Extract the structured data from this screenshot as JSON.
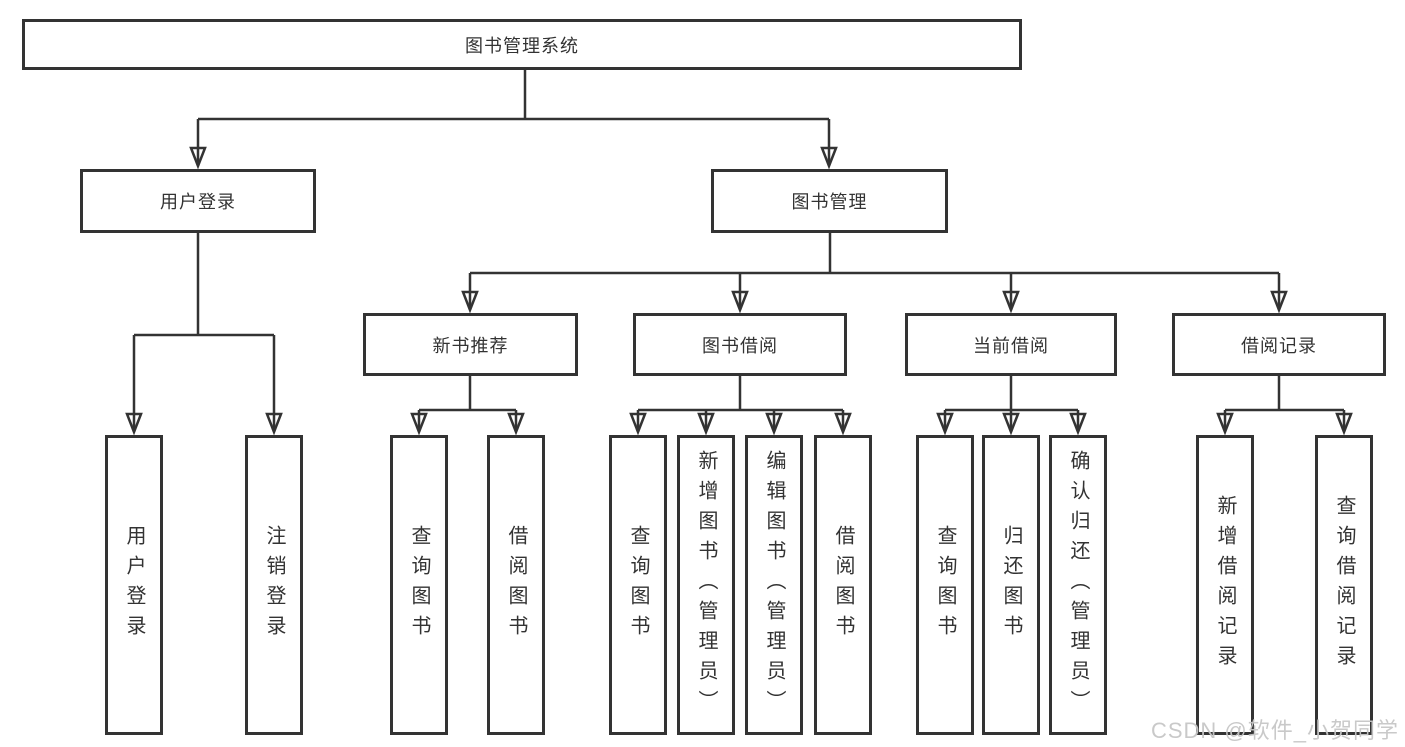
{
  "tree": {
    "root": {
      "label": "图书管理系统"
    },
    "branches": [
      {
        "label": "用户登录",
        "children": [
          {
            "label": "用户登录"
          },
          {
            "label": "注销登录"
          }
        ]
      },
      {
        "label": "图书管理",
        "sections": [
          {
            "label": "新书推荐",
            "children": [
              {
                "label": "查询图书"
              },
              {
                "label": "借阅图书"
              }
            ]
          },
          {
            "label": "图书借阅",
            "children": [
              {
                "label": "查询图书"
              },
              {
                "label": "新增图书（管理员）"
              },
              {
                "label": "编辑图书（管理员）"
              },
              {
                "label": "借阅图书"
              }
            ]
          },
          {
            "label": "当前借阅",
            "children": [
              {
                "label": "查询图书"
              },
              {
                "label": "归还图书"
              },
              {
                "label": "确认归还（管理员）"
              }
            ]
          },
          {
            "label": "借阅记录",
            "children": [
              {
                "label": "新增借阅记录"
              },
              {
                "label": "查询借阅记录"
              }
            ]
          }
        ]
      }
    ]
  },
  "watermark": {
    "text": "CSDN @软件_小贺同学"
  },
  "colors": {
    "line": "#333333",
    "box_border": "#333333",
    "box_background": "#ffffff",
    "text": "#333333",
    "watermark": "#c6c6c6",
    "page_background": "#ffffff"
  }
}
